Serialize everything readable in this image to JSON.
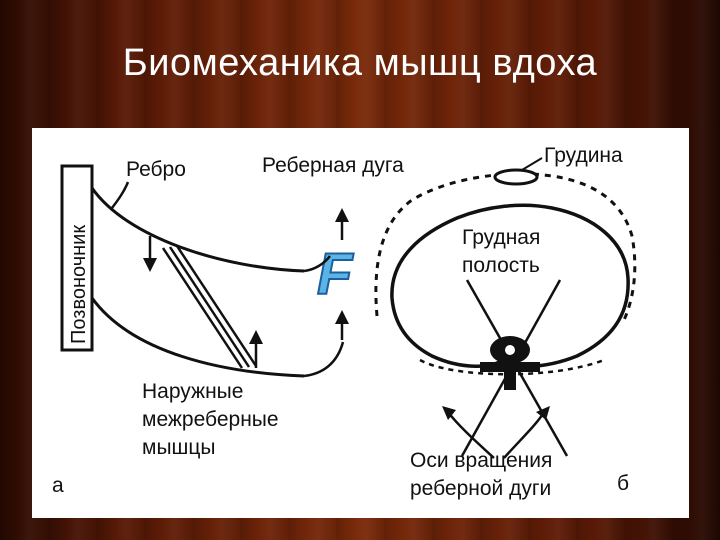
{
  "slide": {
    "title": "Биомеханика мышц вдоха"
  },
  "diagram": {
    "spine_label": "Позвоночник",
    "rib_label": "Ребро",
    "force_label": "F",
    "muscles_label_line1": "Наружные",
    "muscles_label_line2": "межреберные",
    "muscles_label_line3": "мышцы",
    "panel_a_label": "а",
    "costal_arch_label": "Реберная дуга",
    "sternum_label": "Грудина",
    "cavity_label_line1": "Грудная",
    "cavity_label_line2": "полость",
    "axes_label_line1": "Оси вращения",
    "axes_label_line2": "реберной дуги",
    "panel_b_label": "б"
  },
  "colors": {
    "force_fill": "#5ab4e6",
    "force_outline": "#1d5f9c",
    "ink": "#111111"
  }
}
